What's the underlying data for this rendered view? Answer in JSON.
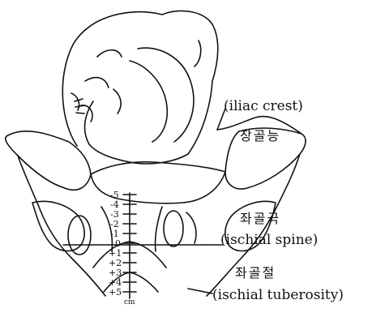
{
  "labels": {
    "iliac_crest_en": "(iliac crest)",
    "iliac_crest_ko": "장골능",
    "ischial_spine_ko": "좌골극",
    "ischial_spine_en": "(ischial spine)",
    "ischial_tuberosity_ko": "좌골절",
    "ischial_tuberosity_en": "(ischial tuberosity)"
  },
  "station_scale": {
    "labels": [
      "-5",
      "-4",
      "-3",
      "-2",
      "-1",
      "0",
      "+1",
      "+2",
      "+3",
      "+4",
      "+5"
    ],
    "unit": "cm"
  }
}
